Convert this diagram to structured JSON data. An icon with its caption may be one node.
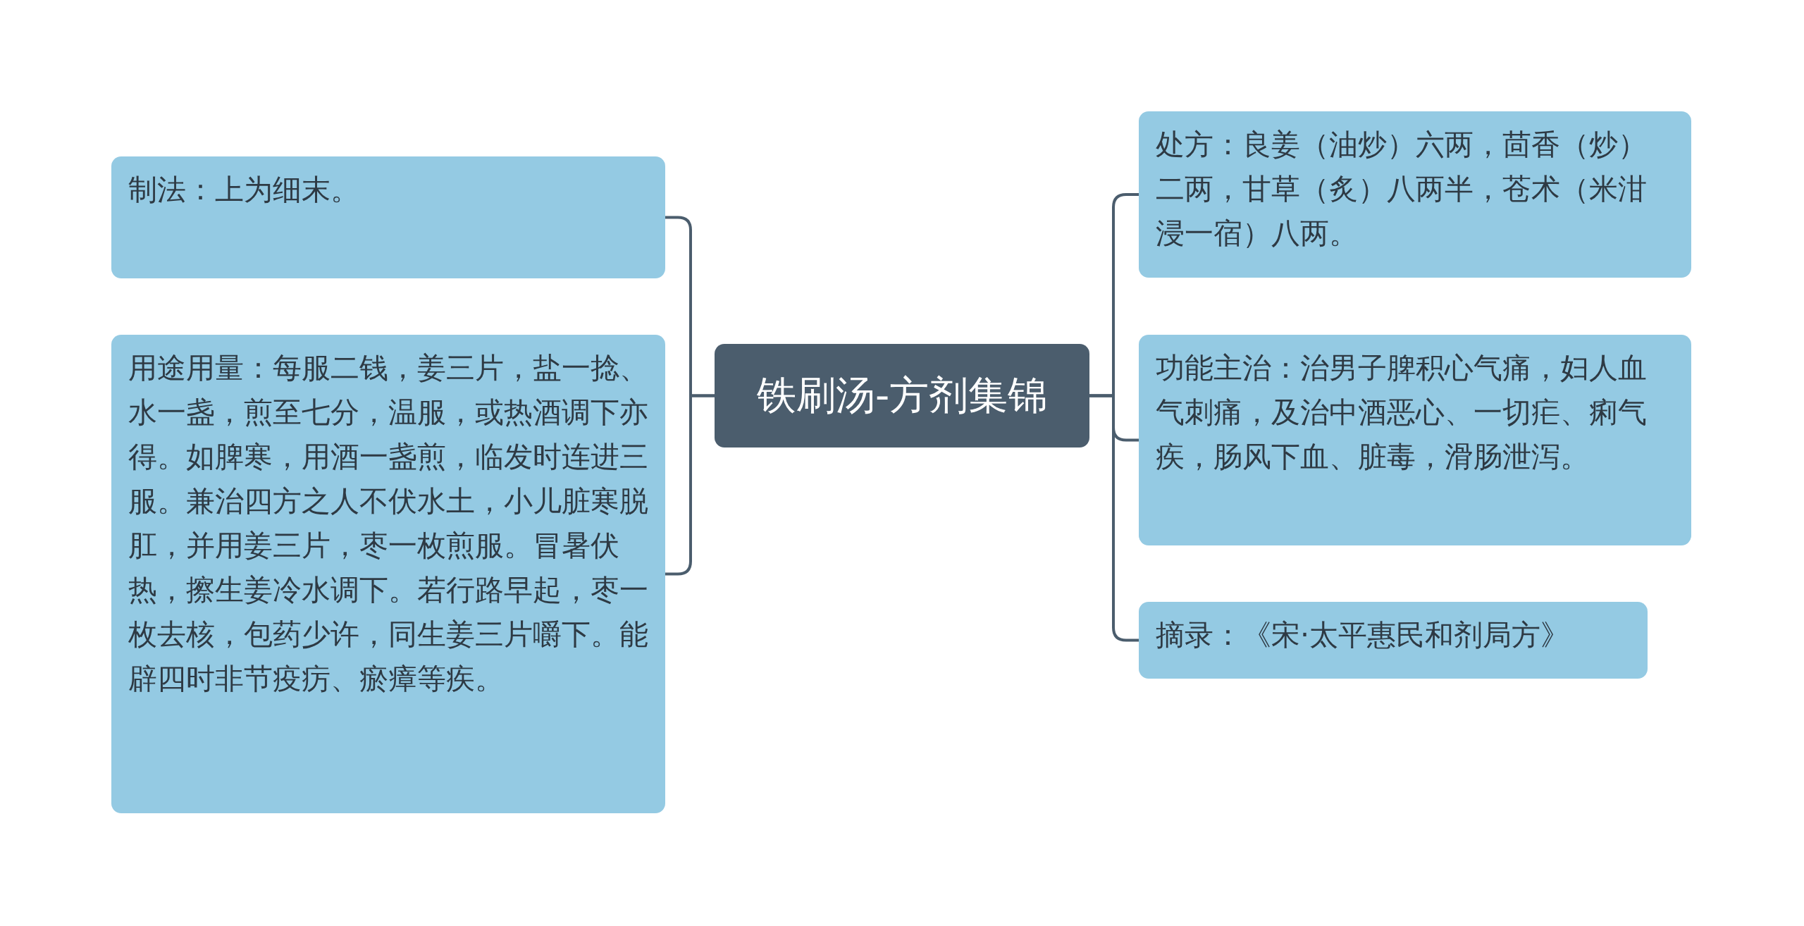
{
  "diagram": {
    "nodes": [
      {
        "text": [
          "铁刷汤-方剂集锦"
        ]
      },
      {
        "text": [
          "制法：上为细末。"
        ]
      },
      {
        "text": [
          "用途用量：每服二钱，姜三片，盐一捻、水一盏，煎至七分，温服，或热酒调下亦得。如脾寒，用酒一盏煎，临发时连进三服。兼治四方之人不伏水土，小儿脏寒脱肛，并用姜三片，枣一枚煎服。冒暑伏热，擦生姜冷水调下。若行路早起，枣一枚去核，包药少许，同生姜三片嚼下。能辟四时非节疫疠、瘀瘴等疾。"
        ]
      },
      {
        "text": [
          "处方：良姜（油炒）六两，茴香（炒）二两，甘草（炙）八两半，苍术（米泔浸一宿）八两。"
        ]
      },
      {
        "text": [
          "功能主治：治男子脾积心气痛，妇人血气刺痛，及治中酒恶心、一切疟、痢气疾，肠风下血、脏毒，滑肠泄泻。"
        ]
      },
      {
        "text": [
          "摘录：《宋·太平惠民和剂局方》"
        ]
      }
    ],
    "edges": [
      {
        "from": 0,
        "to": 1,
        "arrow": "none"
      },
      {
        "from": 0,
        "to": 2,
        "arrow": "none"
      },
      {
        "from": 0,
        "to": 3,
        "arrow": "none"
      },
      {
        "from": 0,
        "to": 4,
        "arrow": "none"
      },
      {
        "from": 0,
        "to": 5,
        "arrow": "none"
      }
    ]
  }
}
